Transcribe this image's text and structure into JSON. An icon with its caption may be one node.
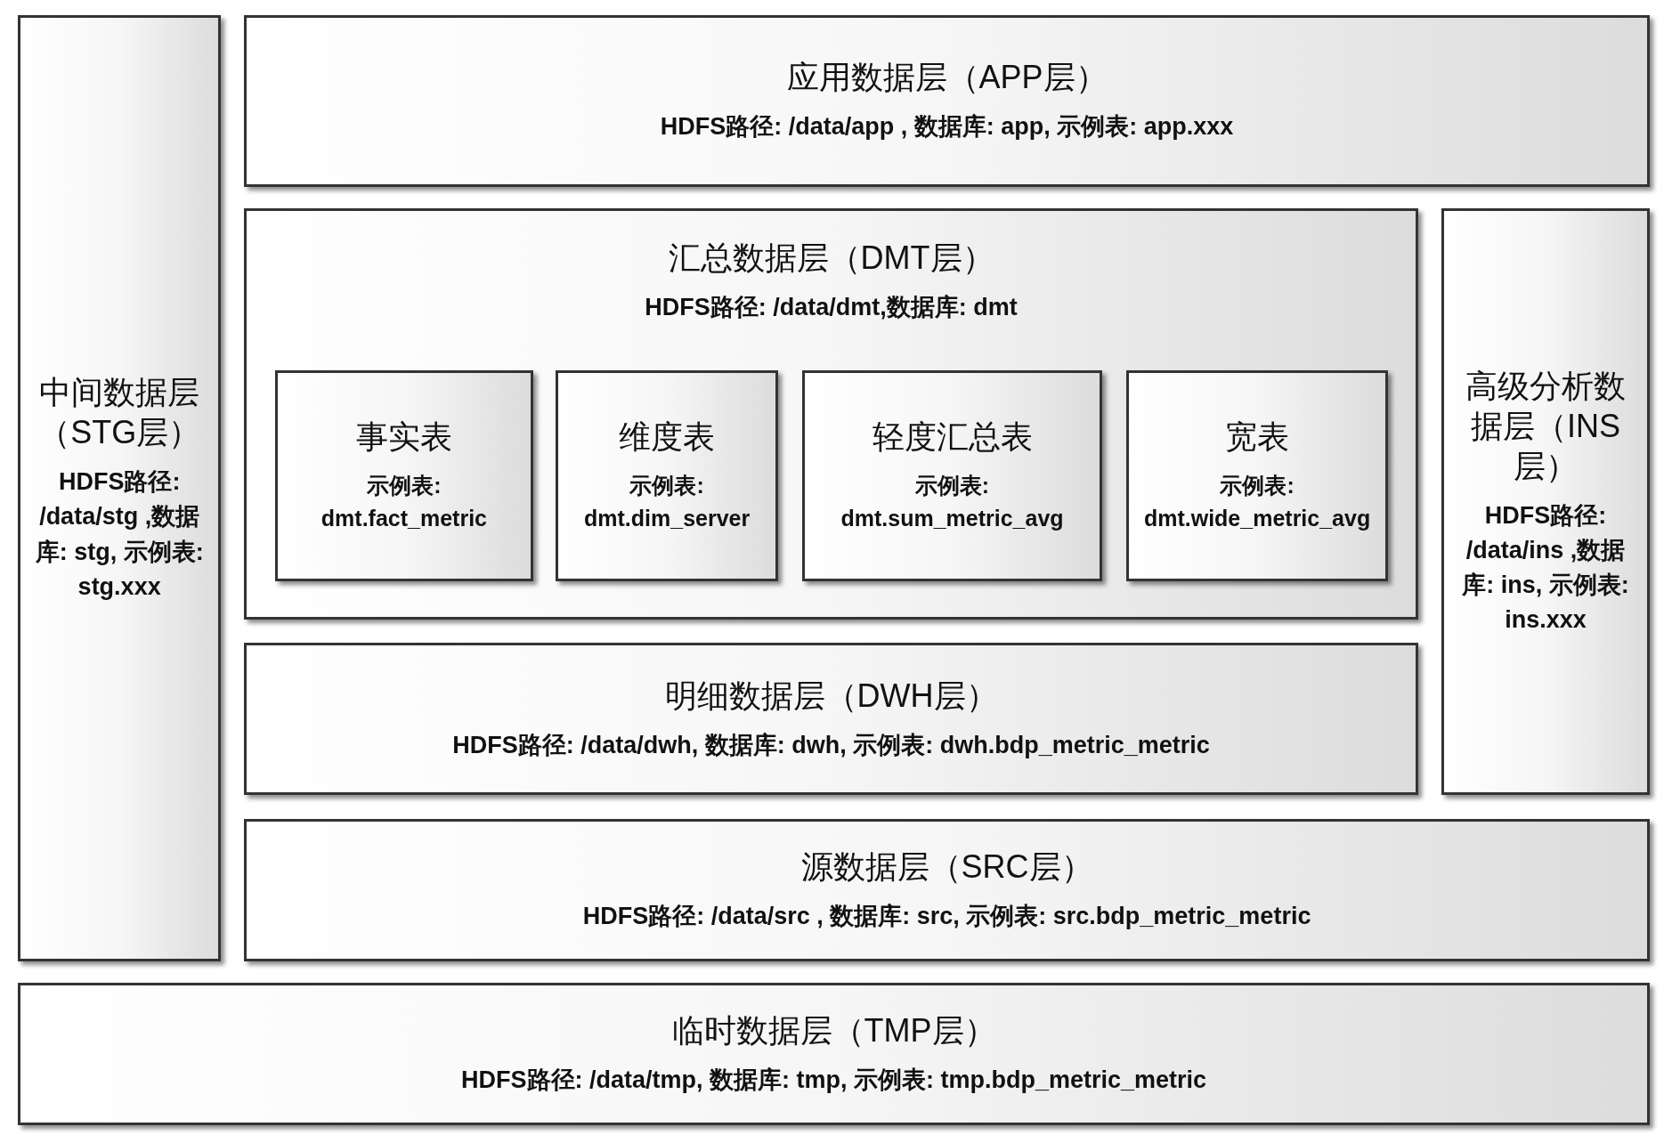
{
  "diagram": {
    "nodes": [
      {
        "text": [
          "中间数据层（STG层）",
          "HDFS路径: /data/stg ,数据库: stg, 示例表: stg.xxx"
        ]
      },
      {
        "text": [
          "应用数据层（APP层）",
          "HDFS路径: /data/app , 数据库: app, 示例表: app.xxx"
        ]
      },
      {
        "text": [
          "汇总数据层（DMT层）",
          "HDFS路径: /data/dmt,数据库: dmt"
        ]
      },
      {
        "text": [
          "事实表",
          "示例表: dmt.fact_metric"
        ],
        "in": 2
      },
      {
        "text": [
          "维度表",
          "示例表: dmt.dim_server"
        ],
        "in": 2
      },
      {
        "text": [
          "轻度汇总表",
          "示例表: dmt.sum_metric_avg"
        ],
        "in": 2
      },
      {
        "text": [
          "宽表",
          "示例表: dmt.wide_metric_avg"
        ],
        "in": 2
      },
      {
        "text": [
          "高级分析数据层（INS层）",
          "HDFS路径: /data/ins ,数据库: ins, 示例表: ins.xxx"
        ]
      },
      {
        "text": [
          "明细数据层（DWH层）",
          "HDFS路径: /data/dwh, 数据库: dwh, 示例表: dwh.bdp_metric_metric"
        ]
      },
      {
        "text": [
          "源数据层（SRC层）",
          "HDFS路径: /data/src , 数据库: src, 示例表: src.bdp_metric_metric"
        ]
      },
      {
        "text": [
          "临时数据层（TMP层）",
          "HDFS路径: /data/tmp, 数据库: tmp, 示例表: tmp.bdp_metric_metric"
        ]
      }
    ]
  }
}
